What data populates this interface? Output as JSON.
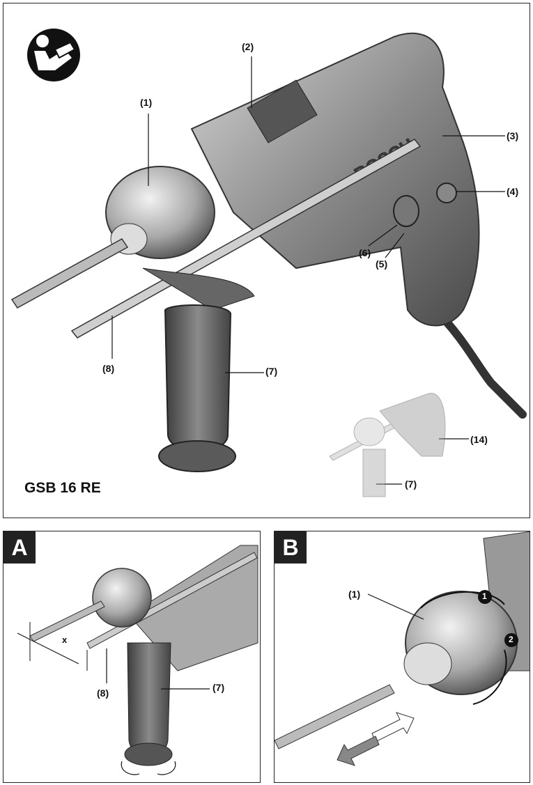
{
  "main": {
    "model": "GSB 16 RE",
    "brand": "BOSCH",
    "callouts": {
      "c1": "(1)",
      "c2": "(2)",
      "c3": "(3)",
      "c4": "(4)",
      "c5": "(5)",
      "c6": "(6)",
      "c7": "(7)",
      "c8": "(8)",
      "c14": "(14)",
      "c7b": "(7)"
    }
  },
  "panel_a": {
    "letter": "A",
    "callouts": {
      "x": "x",
      "c8": "(8)",
      "c7": "(7)"
    }
  },
  "panel_b": {
    "letter": "B",
    "callouts": {
      "c1": "(1)"
    },
    "steps": [
      "1",
      "2"
    ]
  }
}
